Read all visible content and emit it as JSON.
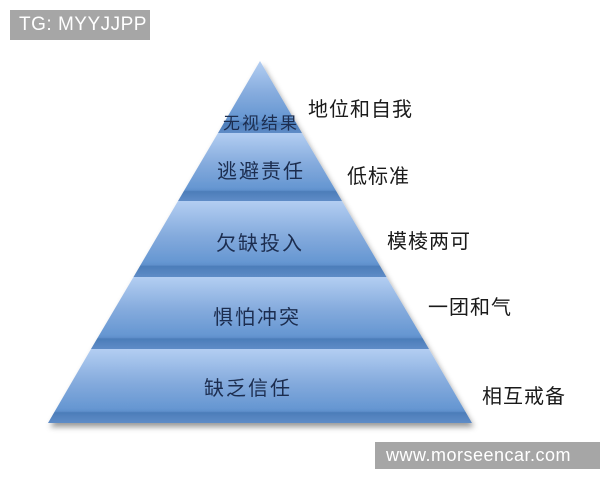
{
  "header": {
    "badge_text": "TG: MYYJJPP"
  },
  "pyramid": {
    "title_implied": "",
    "levels": [
      {
        "label": "无视结果",
        "side_label": "地位和自我"
      },
      {
        "label": "逃避责任",
        "side_label": "低标准"
      },
      {
        "label": "欠缺投入",
        "side_label": "模棱两可"
      },
      {
        "label": "惧怕冲突",
        "side_label": "一团和气"
      },
      {
        "label": "缺乏信任",
        "side_label": "相互戒备"
      }
    ],
    "colors": {
      "gradient_light": "#b3cef2",
      "gradient_mid": "#85abdd",
      "gradient_deep": "#6697d2",
      "edge_band": "#4c7db9",
      "tier_text": "#1c2d4f",
      "side_text": "#1a1a1a",
      "badge_bg": "#a6a6a6",
      "badge_text": "#ffffff"
    }
  },
  "footer": {
    "watermark_text": "www.morseencar.com"
  }
}
